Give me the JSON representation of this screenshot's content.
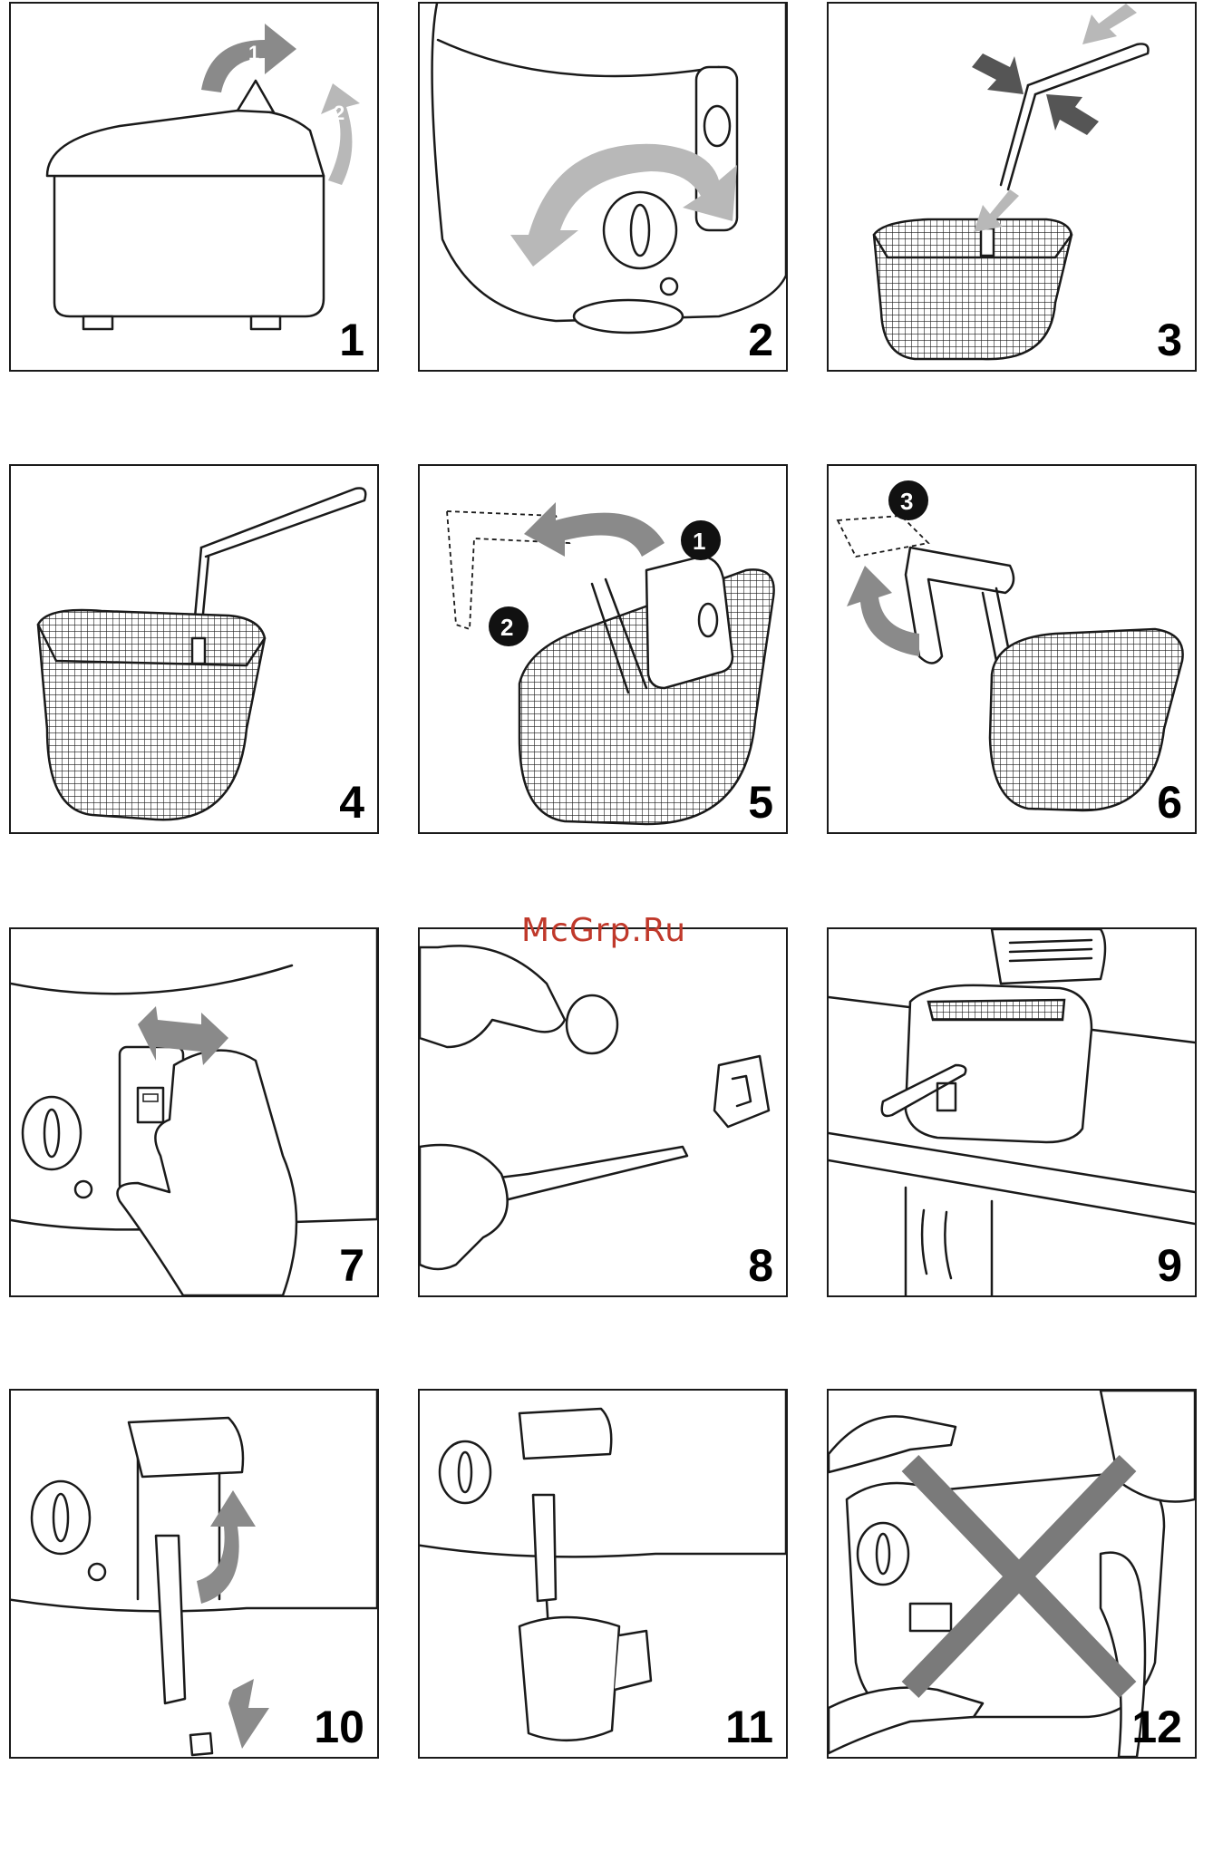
{
  "watermark": "McGrp.Ru",
  "panels": [
    {
      "number": "1",
      "arrow_labels": [
        "1",
        "2"
      ]
    },
    {
      "number": "2"
    },
    {
      "number": "3"
    },
    {
      "number": "4"
    },
    {
      "number": "5",
      "badges": [
        "1",
        "2"
      ]
    },
    {
      "number": "6",
      "badges": [
        "3"
      ]
    },
    {
      "number": "7"
    },
    {
      "number": "8"
    },
    {
      "number": "9"
    },
    {
      "number": "10"
    },
    {
      "number": "11"
    },
    {
      "number": "12"
    }
  ],
  "colors": {
    "line": "#1a1a1a",
    "arrow_gray": "#8a8a8a",
    "arrow_dark": "#555555",
    "arrow_light": "#b8b8b8",
    "watermark": "#c0392b",
    "cross": "#7a7a7a"
  }
}
